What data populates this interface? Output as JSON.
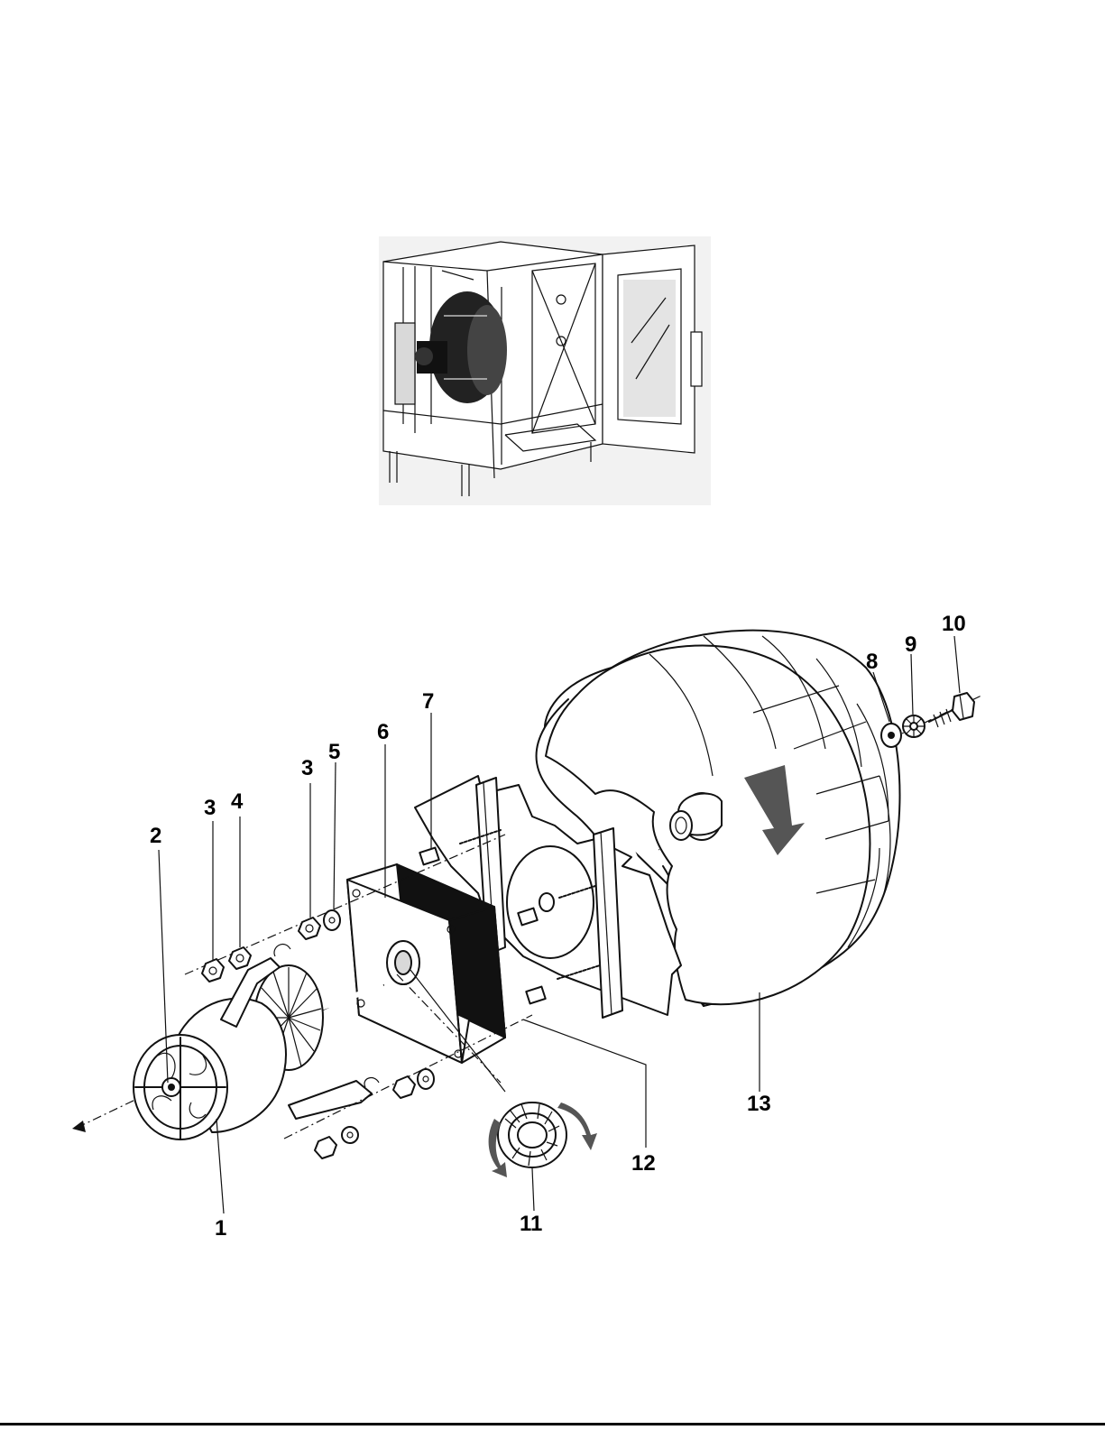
{
  "callouts": [
    {
      "id": "c1",
      "text": "1"
    },
    {
      "id": "c2",
      "text": "2"
    },
    {
      "id": "c3a",
      "text": "3"
    },
    {
      "id": "c4",
      "text": "4"
    },
    {
      "id": "c3b",
      "text": "3"
    },
    {
      "id": "c5",
      "text": "5"
    },
    {
      "id": "c6",
      "text": "6"
    },
    {
      "id": "c7",
      "text": "7"
    },
    {
      "id": "c8",
      "text": "8"
    },
    {
      "id": "c9",
      "text": "9"
    },
    {
      "id": "c10",
      "text": "10"
    },
    {
      "id": "c11",
      "text": "11"
    },
    {
      "id": "c12",
      "text": "12"
    },
    {
      "id": "c13",
      "text": "13"
    }
  ],
  "colors": {
    "ink": "#111111",
    "paper": "#ffffff",
    "shade": "#d9d9d9"
  }
}
